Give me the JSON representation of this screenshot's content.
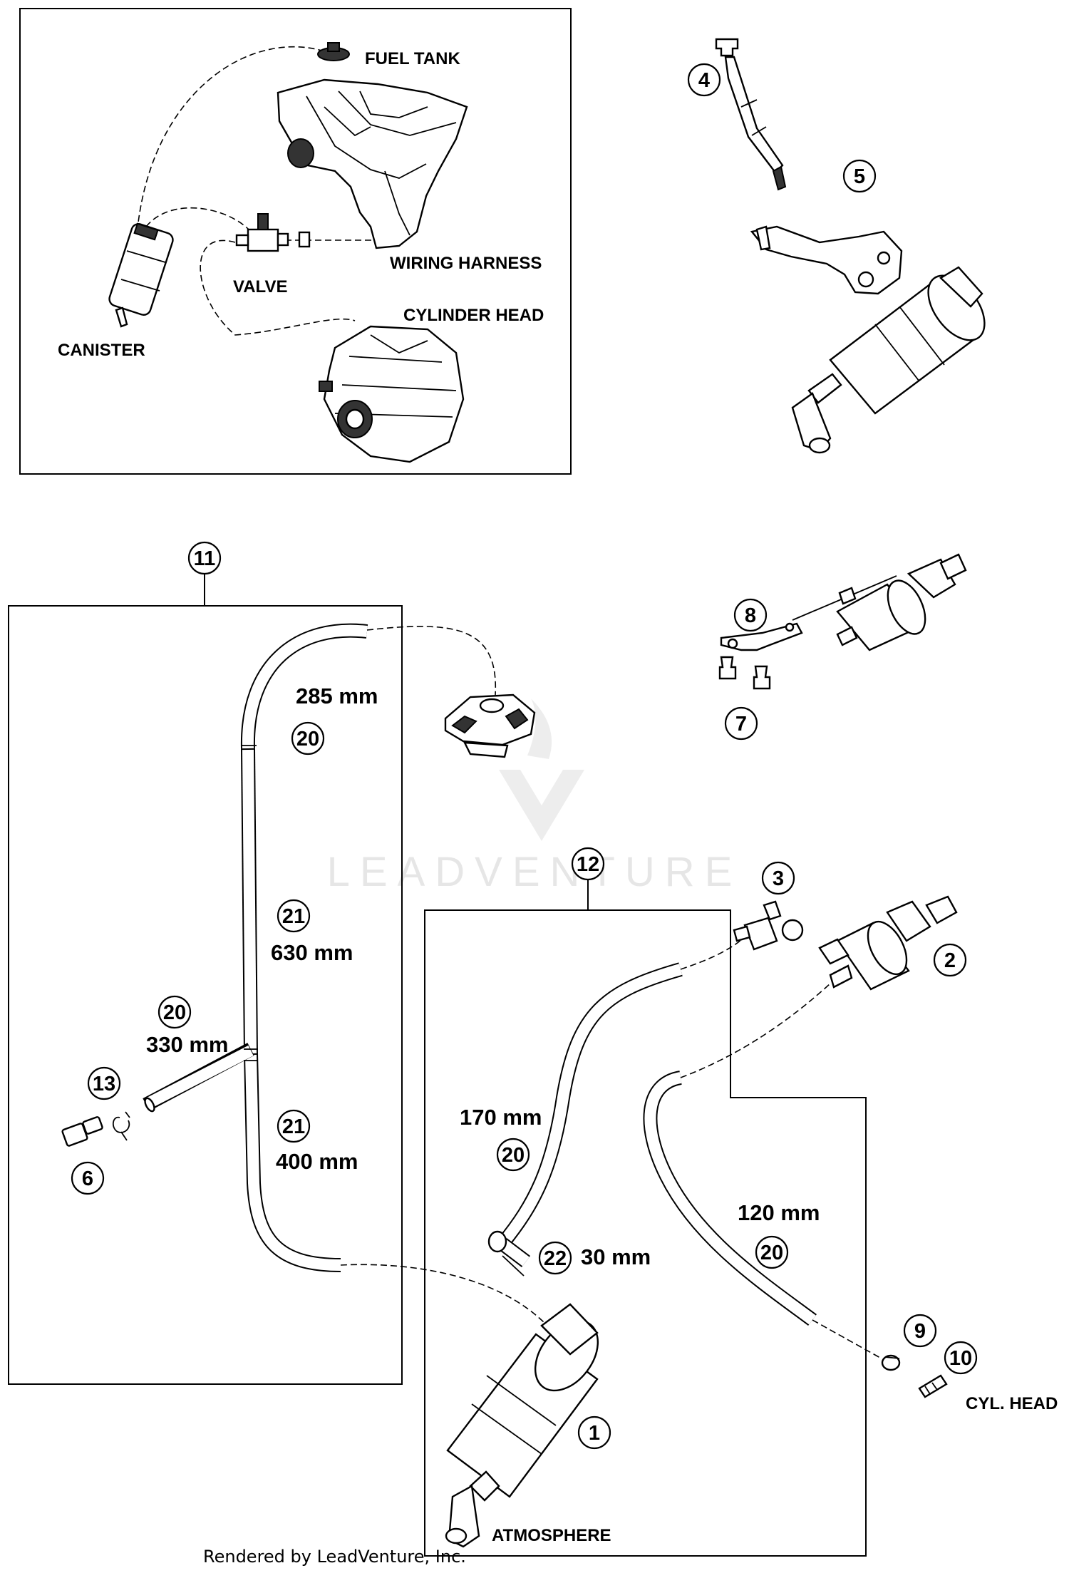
{
  "overview": {
    "fuel_tank": "FUEL TANK",
    "wiring_harness": "WIRING HARNESS",
    "valve": "VALVE",
    "cylinder_head": "CYLINDER HEAD",
    "canister": "CANISTER"
  },
  "callouts": [
    "1",
    "2",
    "3",
    "4",
    "5",
    "6",
    "7",
    "8",
    "9",
    "10",
    "11",
    "12",
    "13",
    "20",
    "20",
    "20",
    "20",
    "20",
    "21",
    "21",
    "22"
  ],
  "dimensions": {
    "hose_285": "285 mm",
    "hose_630": "630 mm",
    "hose_330": "330 mm",
    "hose_400": "400 mm",
    "hose_170": "170 mm",
    "hose_30": "30 mm",
    "hose_120": "120 mm"
  },
  "labels": {
    "cyl_head": "CYL. HEAD",
    "atmosphere": "ATMOSPHERE"
  },
  "watermark": "LEADVENTURE",
  "footer": "Rendered by LeadVenture, Inc."
}
